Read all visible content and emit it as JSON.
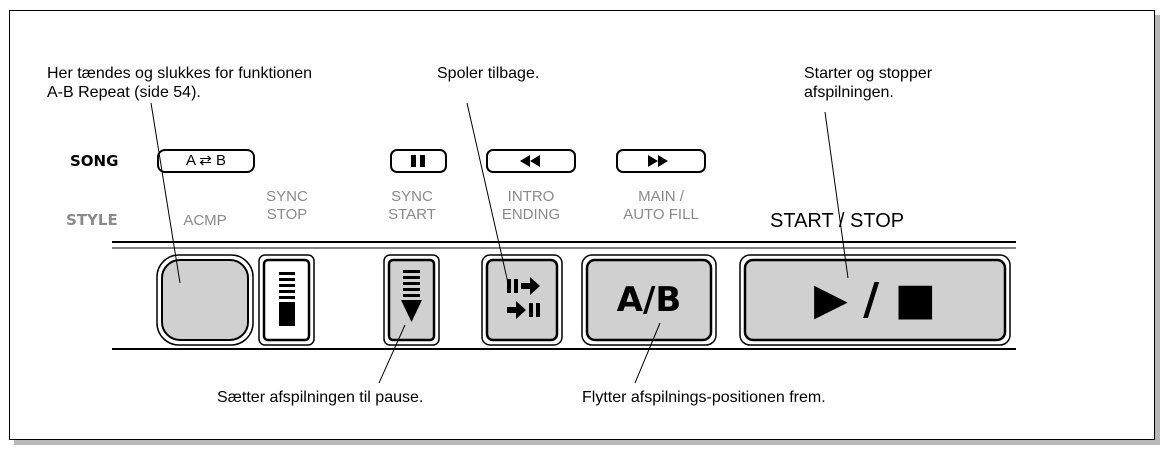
{
  "callouts": {
    "acmp_repeat": "Her tændes og slukkes for funktionen",
    "acmp_repeat_2": "A-B Repeat (side 54).",
    "rewind": "Spoler tilbage.",
    "startstop_1": "Starter og stopper",
    "startstop_2": "afspilningen.",
    "pause": "Sætter afspilningen til pause.",
    "forward": "Flytter afspilnings-positionen frem."
  },
  "modes": {
    "song": "SONG",
    "style": "STYLE"
  },
  "song_labels": {
    "ab": "A ⇄ B"
  },
  "style_labels": {
    "acmp": "ACMP",
    "sync_stop_1": "SYNC",
    "sync_stop_2": "STOP",
    "sync_start_1": "SYNC",
    "sync_start_2": "START",
    "intro_1": "INTRO",
    "intro_2": "ENDING",
    "main_1": "MAIN /",
    "main_2": "AUTO  FILL",
    "start_stop": "START / STOP"
  },
  "buttons": {
    "ab_face": "A/B",
    "start_stop_face": "▶ / ■"
  },
  "colors": {
    "button_fill": "#d0d0d0",
    "label_gray": "#8a8a8a"
  }
}
